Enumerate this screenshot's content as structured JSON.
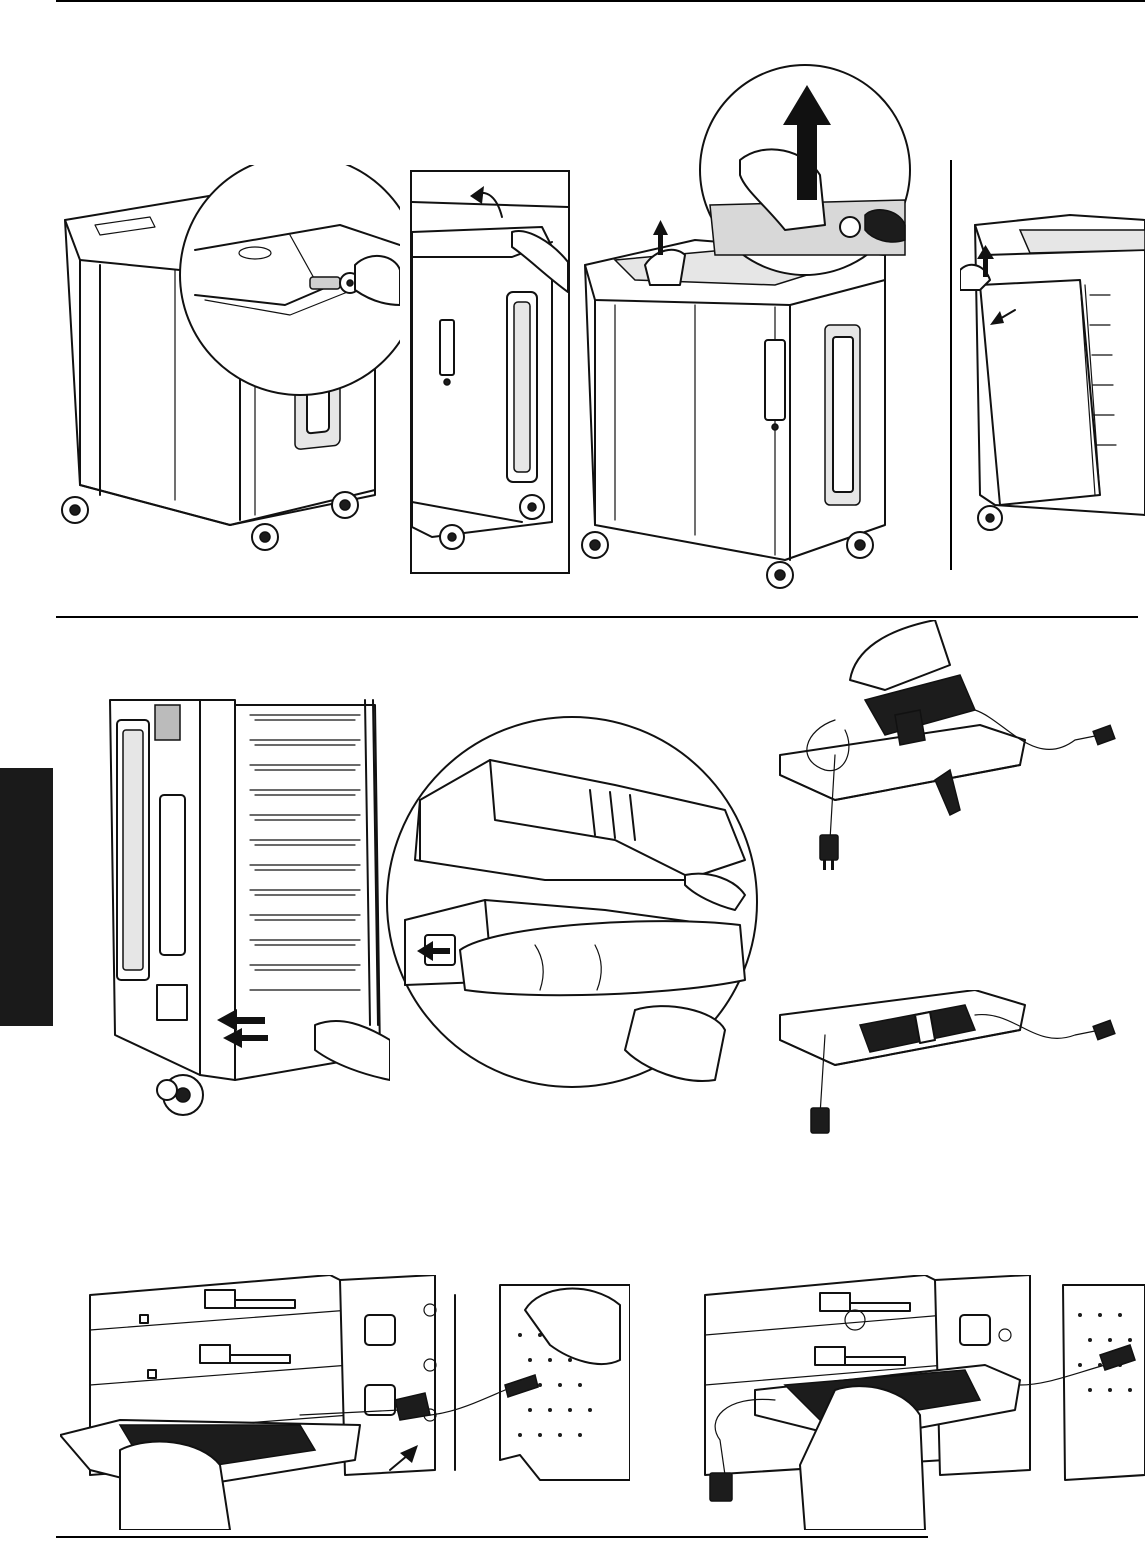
{
  "document": {
    "type": "instruction-illustrations",
    "figure_rows": 3,
    "side_tab_color": "#1a1a1a",
    "ink_color": "#111111"
  },
  "figures": {
    "row1": [
      "cart-unlock-lid-figure",
      "lid-open-figure",
      "lift-panel-figure",
      "remove-side-panel-figure"
    ],
    "row2": [
      "release-tray-figure",
      "tray-latch-zoom-figure",
      "adapter-loose-figure",
      "adapter-strapped-figure"
    ],
    "row3": [
      "install-tray-connect-figure",
      "tray-installed-figure"
    ]
  },
  "icons": [
    "key-icon",
    "up-arrow-icon",
    "curved-arrow-icon",
    "left-arrow-icon",
    "diagonal-arrow-icon",
    "plug-icon"
  ]
}
